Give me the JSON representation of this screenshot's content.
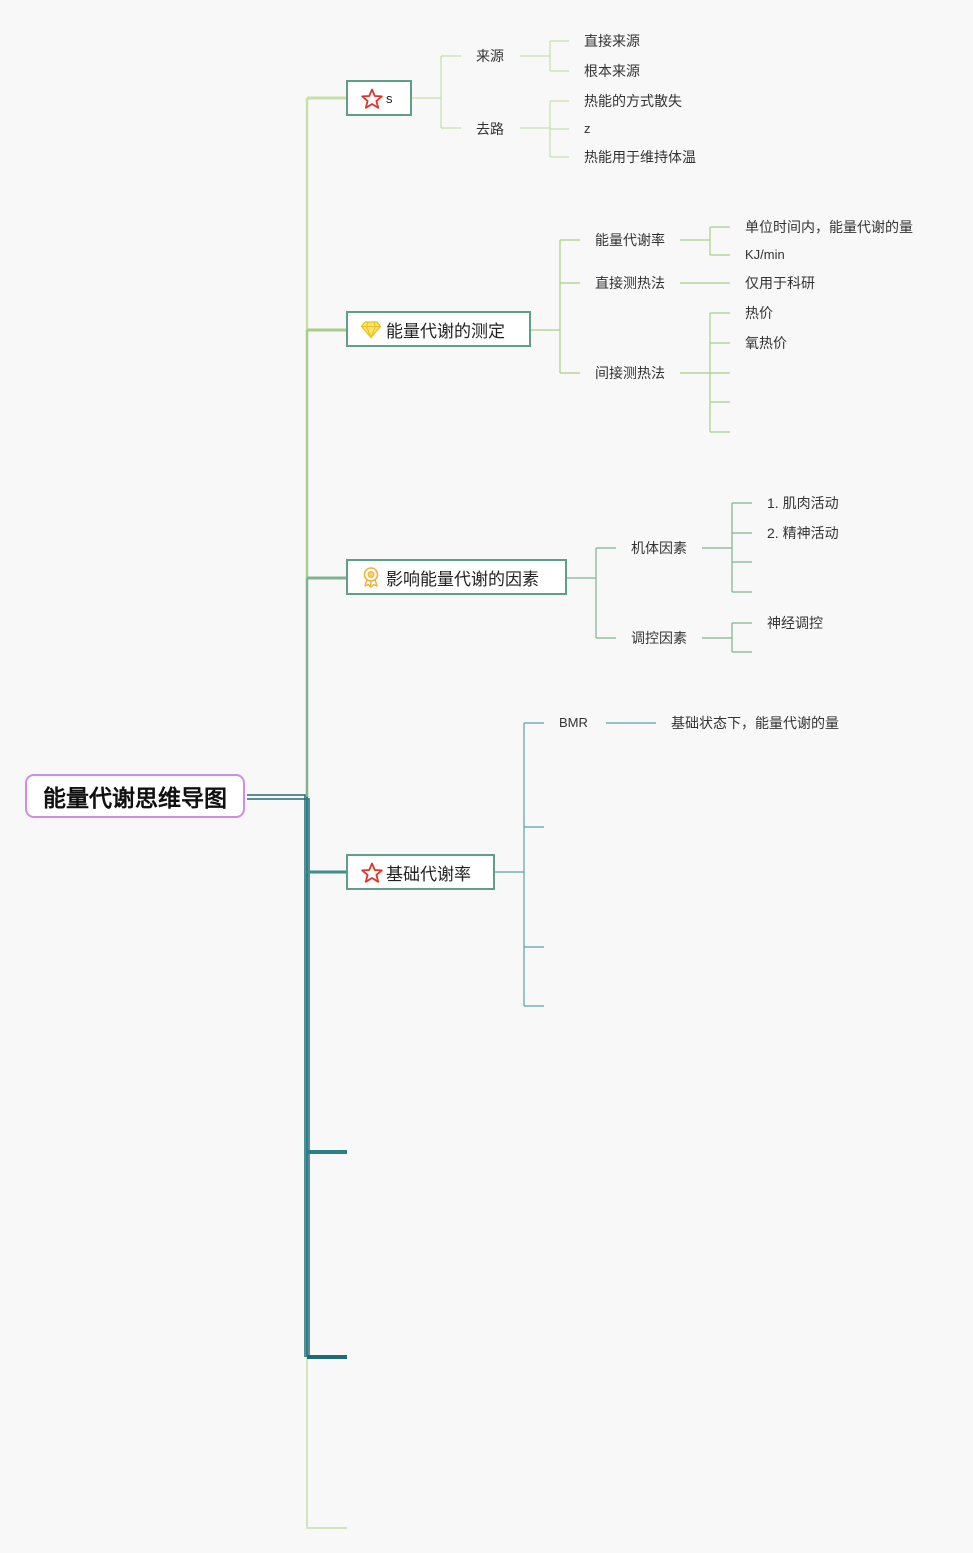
{
  "root": {
    "label": "能量代谢思维导图"
  },
  "topics": [
    {
      "label": "s",
      "icon": "star-icon",
      "children": [
        {
          "label": "来源",
          "children": [
            "直接来源",
            "根本来源"
          ]
        },
        {
          "label": "去路",
          "children": [
            "热能的方式散失",
            "z",
            "热能用于维持体温"
          ]
        }
      ]
    },
    {
      "label": "能量代谢的测定",
      "icon": "diamond-icon",
      "children": [
        {
          "label": "能量代谢率",
          "children": [
            "单位时间内，能量代谢的量",
            "KJ/min"
          ]
        },
        {
          "label": "直接测热法",
          "children": [
            "仅用于科研"
          ]
        },
        {
          "label": "间接测热法",
          "children": [
            "热价",
            "氧热价"
          ]
        }
      ]
    },
    {
      "label": "影响能量代谢的因素",
      "icon": "medal-icon",
      "children": [
        {
          "label": "机体因素",
          "children": [
            "1. 肌肉活动",
            "2. 精神活动"
          ]
        },
        {
          "label": "调控因素",
          "children": [
            "神经调控"
          ]
        }
      ]
    },
    {
      "label": "基础代谢率",
      "icon": "star-icon",
      "children": [
        {
          "label": "BMR",
          "children": [
            "基础状态下，能量代谢的量"
          ]
        }
      ]
    }
  ],
  "colors": {
    "root_border": "#d28ce0",
    "topic_border": "#5e9e8a",
    "branch_1": "#c5e0a8",
    "branch_2": "#a7cf86",
    "branch_3": "#7fb38f",
    "branch_4": "#3f8e8e",
    "branch_5": "#2b7f86",
    "branch_6": "#1d6b7a"
  }
}
